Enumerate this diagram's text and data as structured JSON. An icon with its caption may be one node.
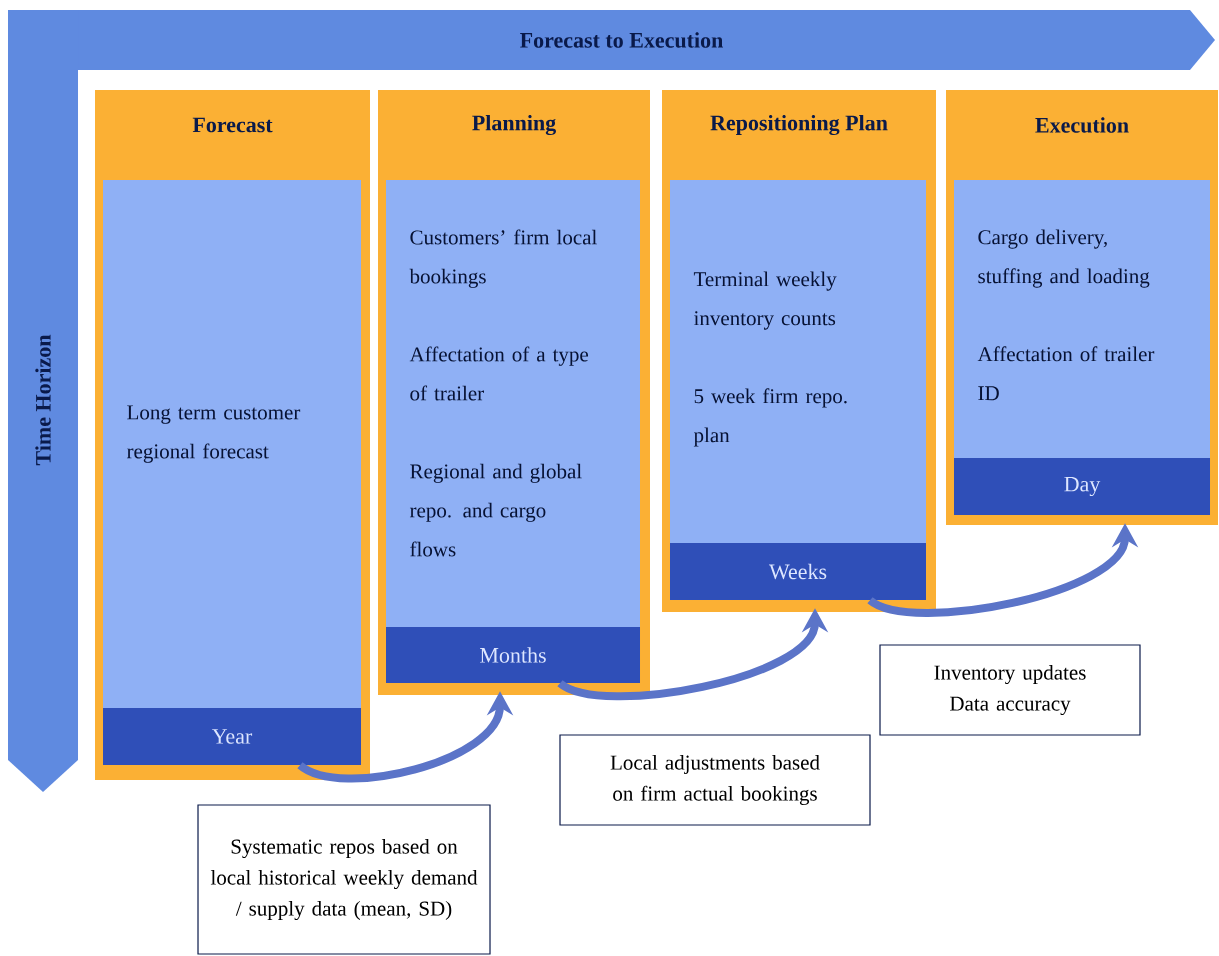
{
  "diagram": {
    "nodes": [
      {
        "text": [
          "Forecast to Execution"
        ]
      },
      {
        "text": [
          "Time Horizon"
        ]
      },
      {
        "text": [
          "Forecast"
        ]
      },
      {
        "text": [
          "Long term customer regional forecast"
        ],
        "in": 2
      },
      {
        "text": [
          "Year"
        ],
        "in": 2
      },
      {
        "text": [
          "Planning"
        ]
      },
      {
        "text": [
          "Customers’ firm local bookings",
          "Affectation of a type of trailer",
          "Regional and global repo. and cargo flows"
        ],
        "in": 5
      },
      {
        "text": [
          "Months"
        ],
        "in": 5
      },
      {
        "text": [
          "Repositioning Plan"
        ]
      },
      {
        "text": [
          "Terminal weekly inventory counts",
          "5 week firm repo. plan"
        ],
        "in": 8
      },
      {
        "text": [
          "Weeks"
        ],
        "in": 8
      },
      {
        "text": [
          "Execution"
        ]
      },
      {
        "text": [
          "Cargo delivery, stuffing and loading",
          "Affectation of trailer ID"
        ],
        "in": 11
      },
      {
        "text": [
          "Day"
        ],
        "in": 11
      },
      {
        "text": [
          "Systematic repos based on local historical weekly demand / supply data (mean, SD)"
        ]
      },
      {
        "text": [
          "Local adjustments based on firm actual bookings"
        ]
      },
      {
        "text": [
          "Inventory updates",
          "Data accuracy"
        ]
      }
    ],
    "edges": [
      {
        "from": 4,
        "to": 7,
        "arrow": "to"
      },
      {
        "from": 7,
        "to": 10,
        "arrow": "to"
      },
      {
        "from": 10,
        "to": 13,
        "arrow": "to"
      }
    ]
  }
}
